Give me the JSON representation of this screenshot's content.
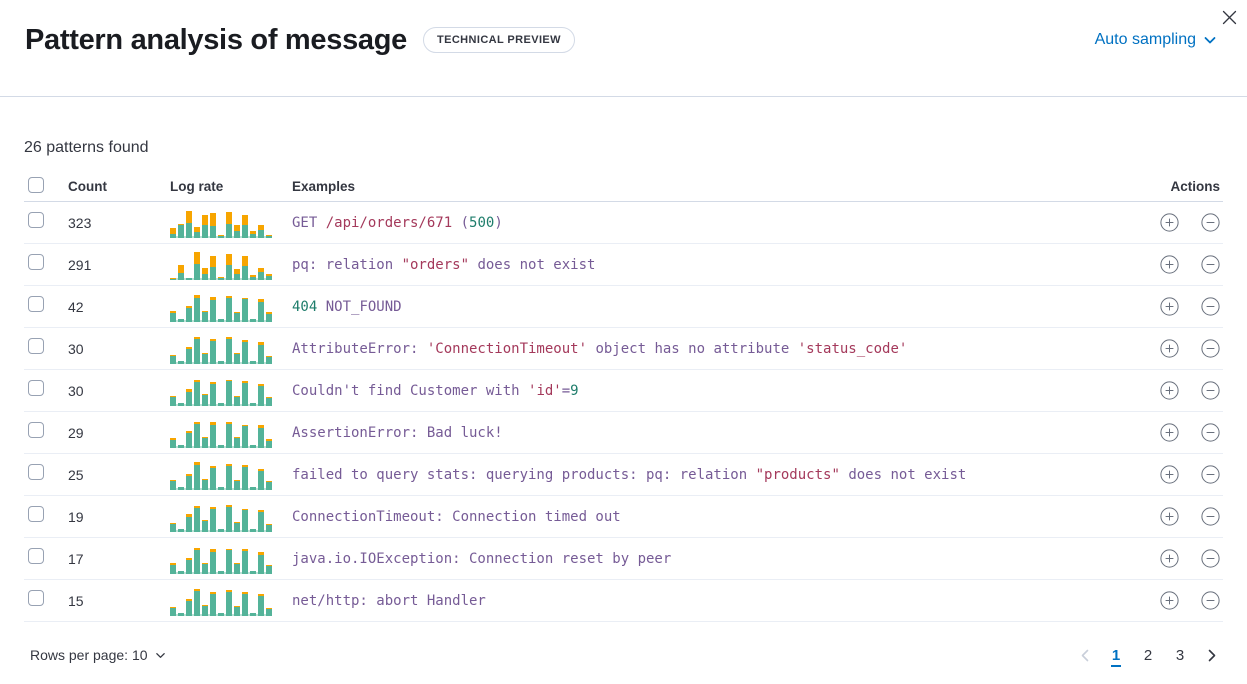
{
  "header": {
    "title": "Pattern analysis of message",
    "badge": "TECHNICAL PREVIEW",
    "sampling": {
      "label": "Auto sampling",
      "icon": "chevron-down-icon"
    },
    "close_icon": "close-icon"
  },
  "summary": {
    "patterns_found": "26 patterns found"
  },
  "table": {
    "columns": {
      "count": "Count",
      "log_rate": "Log rate",
      "examples": "Examples",
      "actions": "Actions"
    },
    "action_icons": [
      "plus-circle-icon",
      "minus-circle-icon"
    ],
    "rows": [
      {
        "count": "323",
        "bars": [
          [
            4,
            6
          ],
          [
            13,
            1
          ],
          [
            15,
            12
          ],
          [
            6,
            5
          ],
          [
            13,
            10
          ],
          [
            12,
            13
          ],
          [
            2,
            1
          ],
          [
            14,
            12
          ],
          [
            7,
            6
          ],
          [
            13,
            10
          ],
          [
            4,
            3
          ],
          [
            8,
            5
          ],
          [
            2,
            1
          ]
        ],
        "example": [
          {
            "t": "GET ",
            "c": "purple"
          },
          {
            "t": "/api/orders/671",
            "c": "red"
          },
          {
            "t": " (",
            "c": "purple"
          },
          {
            "t": "500",
            "c": "green"
          },
          {
            "t": ")",
            "c": "purple"
          }
        ]
      },
      {
        "count": "291",
        "bars": [
          [
            1,
            1
          ],
          [
            7,
            8
          ],
          [
            2,
            0
          ],
          [
            16,
            12
          ],
          [
            6,
            6
          ],
          [
            13,
            11
          ],
          [
            2,
            1
          ],
          [
            15,
            11
          ],
          [
            6,
            5
          ],
          [
            14,
            10
          ],
          [
            3,
            2
          ],
          [
            8,
            4
          ],
          [
            4,
            2
          ]
        ],
        "example": [
          {
            "t": "pq: relation ",
            "c": "purple"
          },
          {
            "t": "\"orders\"",
            "c": "red"
          },
          {
            "t": " does not exist",
            "c": "purple"
          }
        ]
      },
      {
        "count": "42",
        "bars": [
          [
            9,
            2
          ],
          [
            3,
            0
          ],
          [
            14,
            2
          ],
          [
            24,
            3
          ],
          [
            10,
            1
          ],
          [
            22,
            3
          ],
          [
            3,
            0
          ],
          [
            24,
            2
          ],
          [
            9,
            1
          ],
          [
            23,
            1
          ],
          [
            3,
            0
          ],
          [
            20,
            3
          ],
          [
            8,
            2
          ]
        ],
        "example": [
          {
            "t": "404",
            "c": "green"
          },
          {
            "t": " NOT_FOUND",
            "c": "purple"
          }
        ]
      },
      {
        "count": "30",
        "bars": [
          [
            8,
            1
          ],
          [
            3,
            0
          ],
          [
            15,
            2
          ],
          [
            25,
            2
          ],
          [
            10,
            1
          ],
          [
            23,
            2
          ],
          [
            3,
            0
          ],
          [
            25,
            2
          ],
          [
            10,
            1
          ],
          [
            22,
            2
          ],
          [
            3,
            0
          ],
          [
            19,
            3
          ],
          [
            7,
            1
          ]
        ],
        "example": [
          {
            "t": "AttributeError: ",
            "c": "purple"
          },
          {
            "t": "'ConnectionTimeout'",
            "c": "red"
          },
          {
            "t": " object has no attribute ",
            "c": "purple"
          },
          {
            "t": "'status_code'",
            "c": "red"
          }
        ]
      },
      {
        "count": "30",
        "bars": [
          [
            9,
            1
          ],
          [
            3,
            0
          ],
          [
            14,
            3
          ],
          [
            24,
            2
          ],
          [
            11,
            1
          ],
          [
            22,
            2
          ],
          [
            3,
            0
          ],
          [
            25,
            1
          ],
          [
            9,
            1
          ],
          [
            23,
            2
          ],
          [
            3,
            0
          ],
          [
            20,
            2
          ],
          [
            8,
            1
          ]
        ],
        "example": [
          {
            "t": "Couldn't find Customer with ",
            "c": "purple"
          },
          {
            "t": "'id'",
            "c": "red"
          },
          {
            "t": "=",
            "c": "purple"
          },
          {
            "t": "9",
            "c": "green"
          }
        ]
      },
      {
        "count": "29",
        "bars": [
          [
            8,
            2
          ],
          [
            3,
            0
          ],
          [
            15,
            2
          ],
          [
            24,
            2
          ],
          [
            10,
            1
          ],
          [
            23,
            3
          ],
          [
            3,
            0
          ],
          [
            24,
            2
          ],
          [
            10,
            1
          ],
          [
            22,
            1
          ],
          [
            3,
            0
          ],
          [
            20,
            3
          ],
          [
            7,
            2
          ]
        ],
        "example": [
          {
            "t": "AssertionError: Bad luck!",
            "c": "purple"
          }
        ]
      },
      {
        "count": "25",
        "bars": [
          [
            9,
            1
          ],
          [
            3,
            0
          ],
          [
            14,
            2
          ],
          [
            25,
            3
          ],
          [
            10,
            1
          ],
          [
            22,
            2
          ],
          [
            3,
            0
          ],
          [
            24,
            2
          ],
          [
            9,
            1
          ],
          [
            23,
            2
          ],
          [
            3,
            0
          ],
          [
            19,
            2
          ],
          [
            8,
            1
          ]
        ],
        "example": [
          {
            "t": "failed to query stats: querying products: pq: relation ",
            "c": "purple"
          },
          {
            "t": "\"products\"",
            "c": "red"
          },
          {
            "t": " does not exist",
            "c": "purple"
          }
        ]
      },
      {
        "count": "19",
        "bars": [
          [
            8,
            1
          ],
          [
            3,
            0
          ],
          [
            15,
            3
          ],
          [
            24,
            2
          ],
          [
            11,
            1
          ],
          [
            23,
            2
          ],
          [
            3,
            0
          ],
          [
            25,
            2
          ],
          [
            9,
            1
          ],
          [
            22,
            1
          ],
          [
            3,
            0
          ],
          [
            20,
            2
          ],
          [
            7,
            1
          ]
        ],
        "example": [
          {
            "t": "ConnectionTimeout: Connection timed out",
            "c": "purple"
          }
        ]
      },
      {
        "count": "17",
        "bars": [
          [
            9,
            2
          ],
          [
            3,
            0
          ],
          [
            14,
            2
          ],
          [
            24,
            2
          ],
          [
            10,
            1
          ],
          [
            22,
            3
          ],
          [
            3,
            0
          ],
          [
            24,
            1
          ],
          [
            10,
            1
          ],
          [
            23,
            2
          ],
          [
            3,
            0
          ],
          [
            19,
            3
          ],
          [
            8,
            1
          ]
        ],
        "example": [
          {
            "t": "java.io.IOException: Connection reset by peer",
            "c": "purple"
          }
        ]
      },
      {
        "count": "15",
        "bars": [
          [
            8,
            1
          ],
          [
            3,
            0
          ],
          [
            15,
            2
          ],
          [
            25,
            2
          ],
          [
            10,
            1
          ],
          [
            22,
            2
          ],
          [
            3,
            0
          ],
          [
            24,
            2
          ],
          [
            9,
            1
          ],
          [
            22,
            2
          ],
          [
            3,
            0
          ],
          [
            20,
            2
          ],
          [
            7,
            1
          ]
        ],
        "example": [
          {
            "t": "net/http: abort Handler",
            "c": "purple"
          }
        ]
      }
    ]
  },
  "footer": {
    "rows_per_page_label": "Rows per page: 10",
    "pagination": {
      "prev_icon": "chevron-left-icon",
      "next_icon": "chevron-right-icon",
      "pages": [
        "1",
        "2",
        "3"
      ],
      "active_page": "1"
    }
  },
  "colors": {
    "accent_blue": "#0071C2",
    "bar_green": "#54B399",
    "bar_orange": "#F7A500",
    "bar_baseline": "#BCE2D7",
    "code_purple": "#765B96",
    "code_red": "#A4395B",
    "code_green": "#1E7D6B",
    "border_strong": "#D3DAE6",
    "border_light": "#EAEEF5",
    "icon_gray": "#69707D",
    "disabled_gray": "#C9CFDA"
  }
}
